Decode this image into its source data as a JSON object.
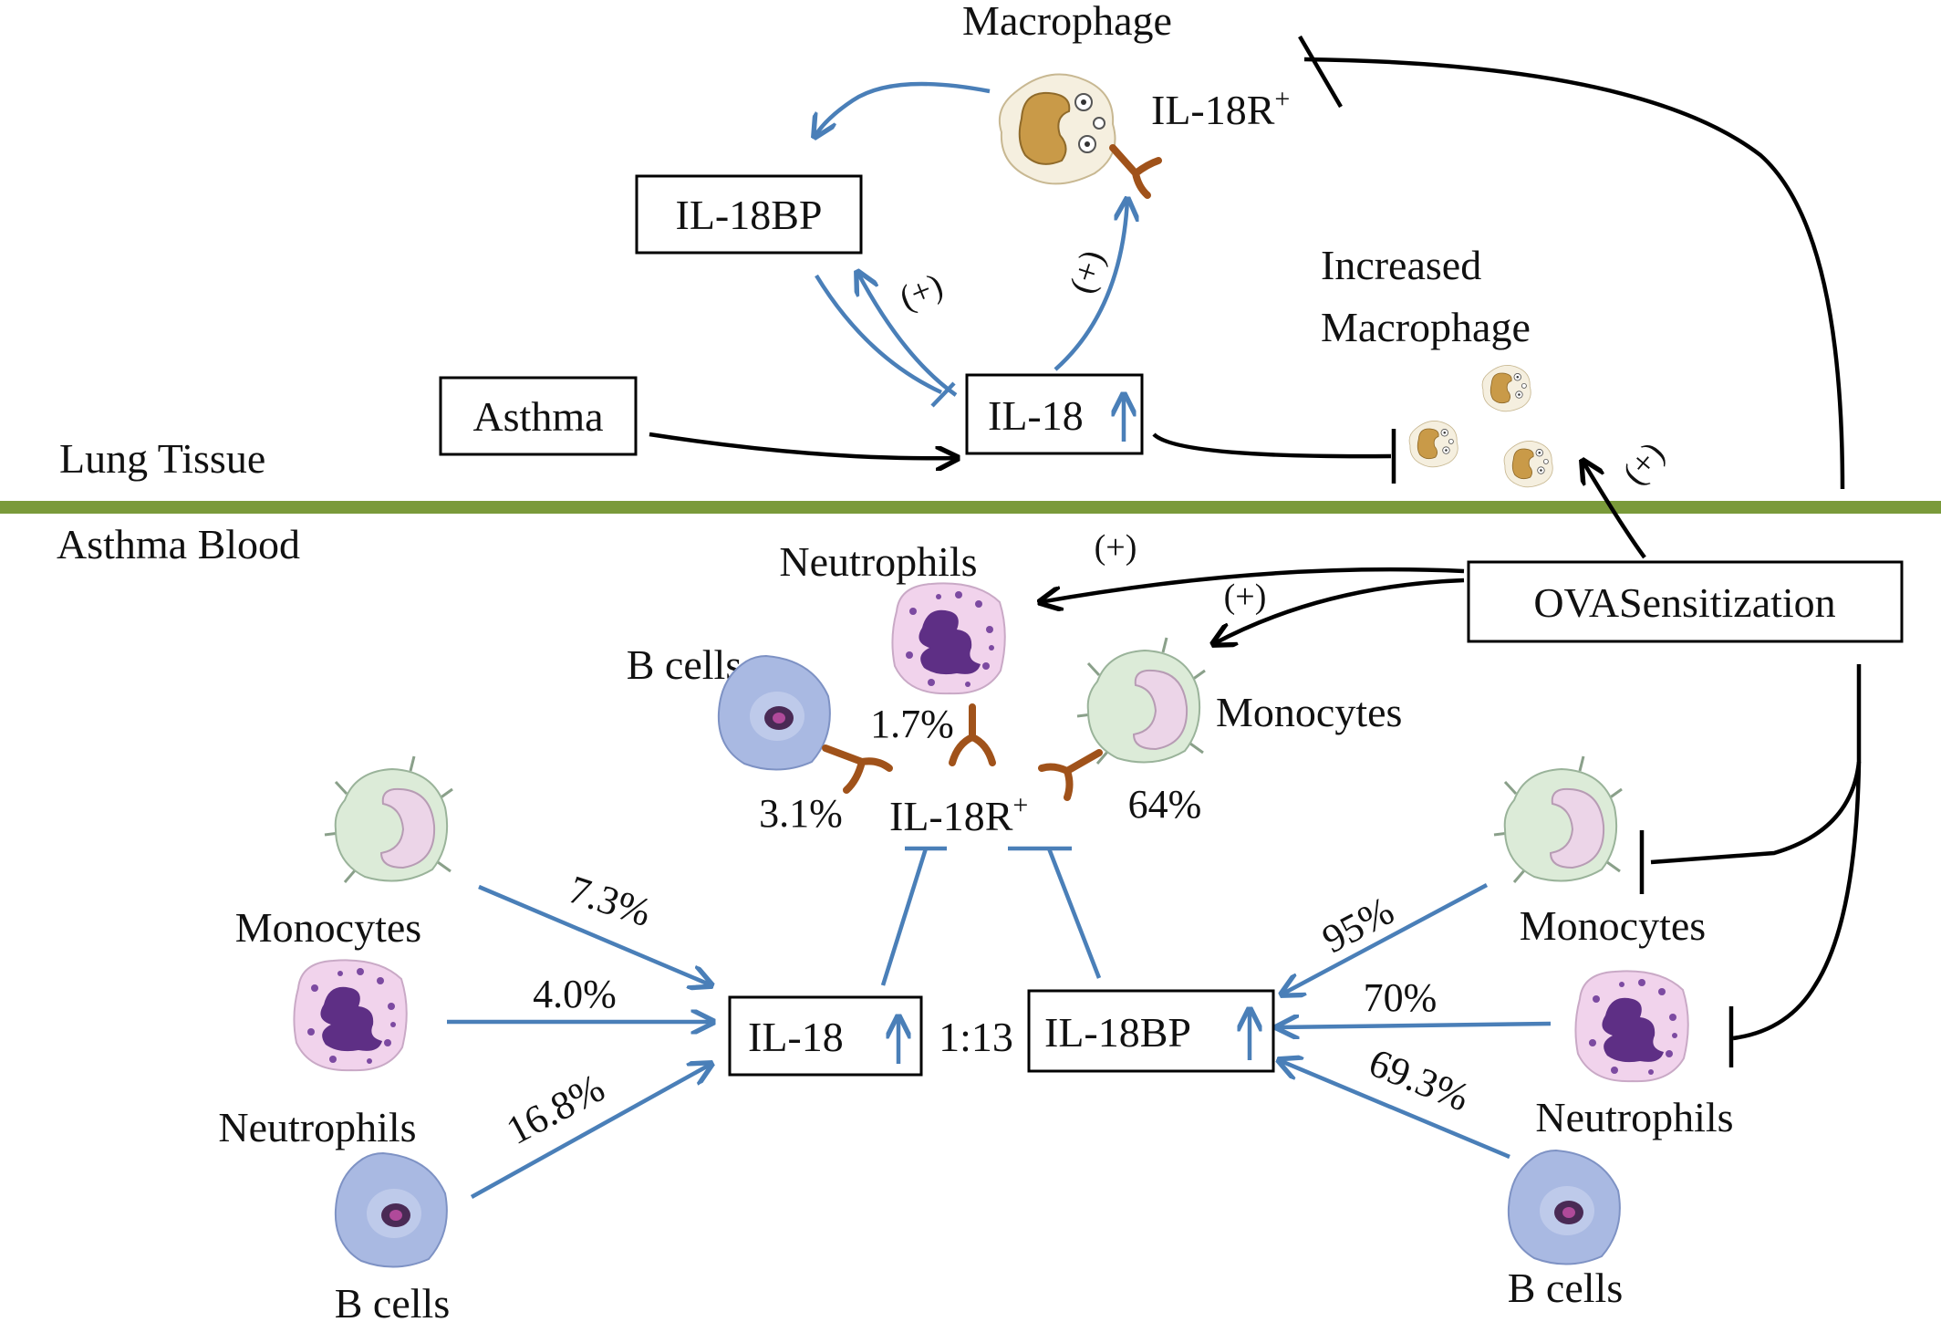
{
  "colors": {
    "membrane": "#7a9a3a",
    "blue_arrow": "#4a7fb8",
    "black_arrow": "#000000",
    "receptor": "#a0521a",
    "macrophage_fill": "#f5efdf",
    "macrophage_nucleus": "#c99a48",
    "neutrophil_fill": "#f1d3ec",
    "neutrophil_nucleus": "#5e2f85",
    "monocyte_fill": "#dcebd8",
    "monocyte_nucleus": "#ecd5e8",
    "bcell_fill": "#a9b9e2",
    "bcell_nucleus": "#4a2a55"
  },
  "regions": {
    "lung_tissue": "Lung  Tissue",
    "asthma_blood": "Asthma  Blood"
  },
  "lung": {
    "macrophage_label": "Macrophage",
    "il18r_macrophage": "IL-18R",
    "il18r_sup": "+",
    "il18bp_box": "IL-18BP",
    "asthma_box": "Asthma",
    "il18_box": "IL-18",
    "increased_macrophage_line1": "Increased",
    "increased_macrophage_line2": "Macrophage",
    "plus_il18bp": "(+)",
    "plus_macrophage": "(+)",
    "plus_increased": "(+)"
  },
  "blood": {
    "ova_box": "OVASensitization",
    "plus_neutrophils": "(+)",
    "plus_monocytes": "(+)",
    "center": {
      "neutrophils_label": "Neutrophils",
      "bcells_label": "B cells",
      "monocytes_label": "Monocytes",
      "neutrophils_pct": "1.7%",
      "bcells_pct": "3.1%",
      "monocytes_pct": "64%",
      "il18r_label": "IL-18R",
      "il18r_sup": "+"
    },
    "left": {
      "monocytes_label": "Monocytes",
      "neutrophils_label": "Neutrophils",
      "bcells_label": "B cells",
      "monocytes_pct": "7.3%",
      "neutrophils_pct": "4.0%",
      "bcells_pct": "16.8%"
    },
    "il18_box": "IL-18",
    "ratio": "1:13",
    "il18bp_box": "IL-18BP",
    "right": {
      "monocytes_label": "Monocytes",
      "neutrophils_label": "Neutrophils",
      "bcells_label": "B cells",
      "monocytes_pct": "95%",
      "neutrophils_pct": "70%",
      "bcells_pct": "69.3%"
    }
  }
}
